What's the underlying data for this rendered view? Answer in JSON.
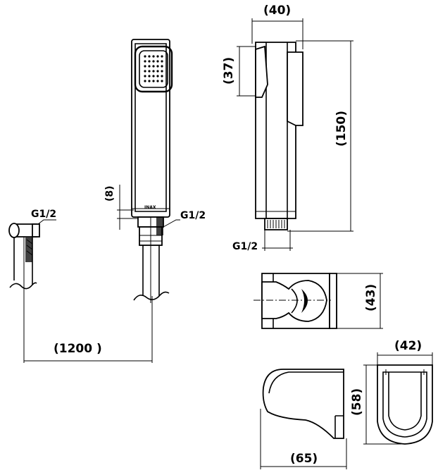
{
  "dimensions": {
    "width_40": "(40)",
    "height_37": "(37)",
    "height_150": "(150)",
    "thread_g12_side": "G1/2",
    "offset_8": "(8)",
    "thread_g12_front": "G1/2",
    "thread_g12_valve": "G1/2",
    "hose_1200": "(1200 )",
    "holder_43": "(43)",
    "holder_42": "(42)",
    "holder_58": "(58)",
    "holder_65": "(65)"
  },
  "brand_mark": "INAX"
}
